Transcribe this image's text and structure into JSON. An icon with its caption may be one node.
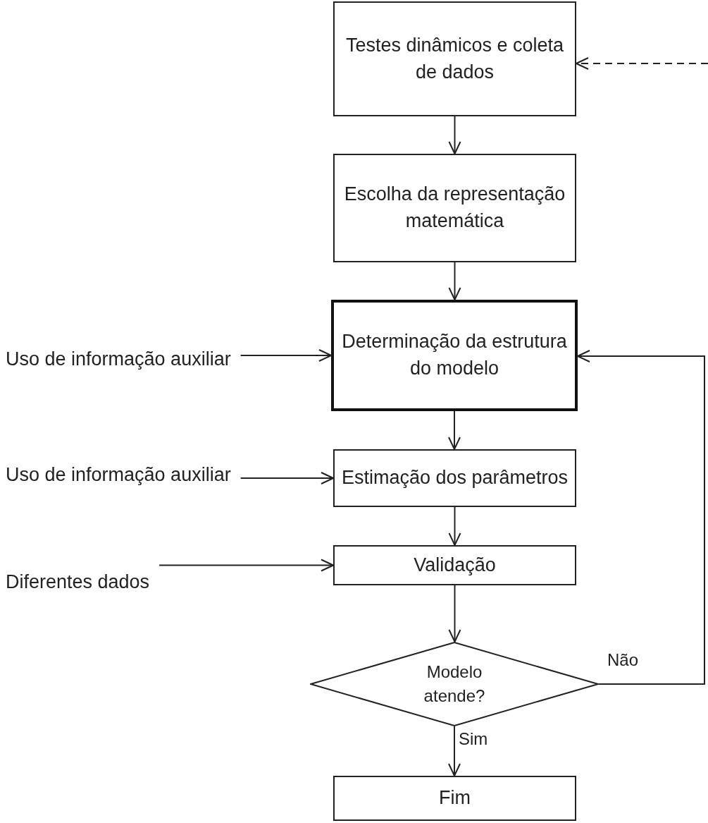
{
  "diagram": {
    "nodes": [
      {
        "text": [
          "Testes dinâmicos e coleta de dados"
        ]
      },
      {
        "text": [
          "Escolha  da representação matemática"
        ]
      },
      {
        "text": [
          "Determinação da estrutura do modelo"
        ]
      },
      {
        "text": [
          "Estimação dos parâmetros"
        ]
      },
      {
        "text": [
          "Validação"
        ]
      },
      {
        "text": [
          "Modelo atende?"
        ]
      },
      {
        "text": [
          "Fim"
        ]
      },
      {
        "text": [
          "Uso de informação auxiliar"
        ]
      },
      {
        "text": [
          "Uso de informação auxiliar"
        ]
      },
      {
        "text": [
          "Diferentes dados"
        ]
      }
    ],
    "edges": [
      {
        "from": 0,
        "to": 1,
        "arrow": "to"
      },
      {
        "from": 1,
        "to": 2,
        "arrow": "to"
      },
      {
        "from": 2,
        "to": 3,
        "arrow": "to"
      },
      {
        "from": 3,
        "to": 4,
        "arrow": "to"
      },
      {
        "from": 4,
        "to": 5,
        "arrow": "to"
      },
      {
        "from": 5,
        "to": 6,
        "arrow": "to",
        "label": "Sim"
      },
      {
        "from": 5,
        "to": 2,
        "arrow": "to",
        "label": "Não"
      },
      {
        "from": null,
        "to": 0,
        "arrow": "to",
        "style": "dashed"
      },
      {
        "from": 7,
        "to": 2,
        "arrow": "to"
      },
      {
        "from": 8,
        "to": 3,
        "arrow": "to"
      },
      {
        "from": 9,
        "to": 4,
        "arrow": "to"
      }
    ]
  }
}
